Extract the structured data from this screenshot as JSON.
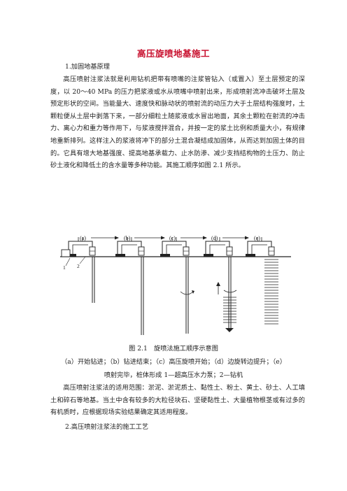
{
  "doc": {
    "title": "高压旋喷地基施工",
    "section1_heading": "1.加固地基原理",
    "para1": "高压喷射注浆法就是利用钻机把带有喷嘴的注浆管钻入（或置入）至土层预定的深度，以 20～40 MPa 的压力把浆液或水从喷嘴中喷射出来，形成喷射流冲击破坏土层及预定形状的空间。当能量大、速度快和脉动状的喷射流的动压力大于土层结构强度时，土颗粒便从土层中剥落下来，一部分细粒土随浆液或水冒出地面，其余土颗粒在射流的冲击力、离心力和重力等作用下，与浆液搅拌混合，并按一定的浆土比例和质量大小，有规律地重新排列。这样注入的浆液将冲下的部分土混合凝结成加固体，从而达到加固土体的目的。它具有增大地基强度、提高地基承载力、止水防渗、减少支挡结构物的土压力、防止砂土液化和降低土的含水量等多种功能。其施工顺序如图 2.1 所示。",
    "figure": {
      "stage_labels": [
        "(a)",
        "(b)",
        "(c)",
        "(d)",
        "(e)"
      ],
      "callout_1": "1",
      "callout_2": "2",
      "caption_title": "图 2.1　旋喷法施工顺序示意图",
      "caption_line1": "（a）开始钻进；（b）钻进结束；（c）高压旋喷开始；（d）边旋转边提升；（e）",
      "caption_line2": "喷射完毕，桩体形成 1—超高压水力泵；2—钻机"
    },
    "para2": "高压喷射注浆法的适用范围：淤泥、淤泥质土、黏性土、粉土、黄土、砂土、人工填土和碎石等地基。当土中含有较多的大粒径块石、坚硬黏性土、大量植物根茎或有过多的有机质时，应根据现场实验结果确定其适用程度。",
    "section2_heading": "2.高压喷射注浆法的施工工艺"
  }
}
